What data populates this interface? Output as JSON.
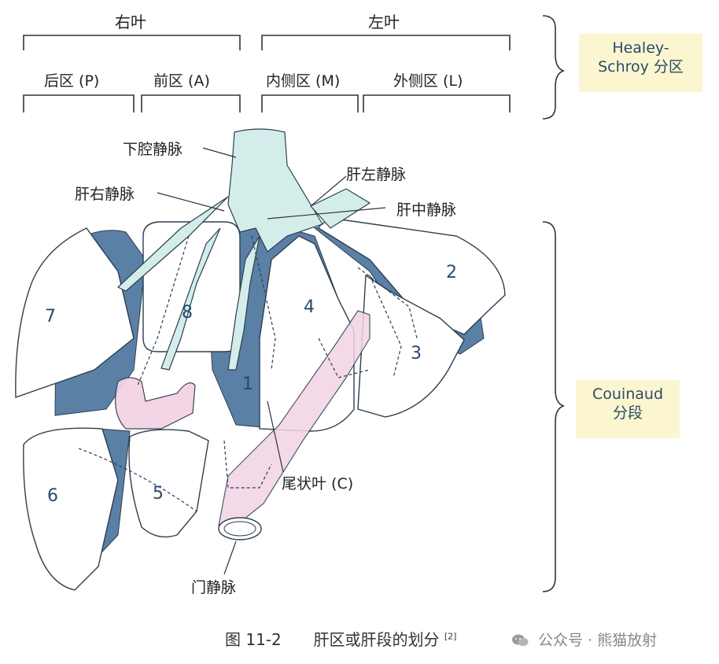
{
  "header": {
    "right_lobe": "右叶",
    "left_lobe": "左叶"
  },
  "zones": {
    "posterior": "后区 (P)",
    "anterior": "前区 (A)",
    "medial": "内侧区 (M)",
    "lateral": "外侧区 (L)"
  },
  "classification_boxes": {
    "healey_line1": "Healey-",
    "healey_line2": "Schroy 分区",
    "couinaud_line1": "Couinaud",
    "couinaud_line2": "分段"
  },
  "vessel_labels": {
    "ivc": "下腔静脉",
    "right_hepatic_vein": "肝右静脉",
    "left_hepatic_vein": "肝左静脉",
    "middle_hepatic_vein": "肝中静脉",
    "caudate_lobe": "尾状叶 (C)",
    "portal_vein": "门静脉"
  },
  "segments": [
    "1",
    "2",
    "3",
    "4",
    "5",
    "6",
    "7",
    "8"
  ],
  "caption": {
    "figure_no": "图 11-2",
    "title": "肝区或肝段的划分",
    "ref": "[2]"
  },
  "watermark": {
    "text": "公众号 · 熊猫放射"
  },
  "colors": {
    "vein_blue": "#5a80a6",
    "ivc_green": "#d3eeea",
    "portal_pink": "#f3d3e4",
    "note_yellow": "#fbf6cf",
    "segment_number": "#2b4a6b"
  }
}
